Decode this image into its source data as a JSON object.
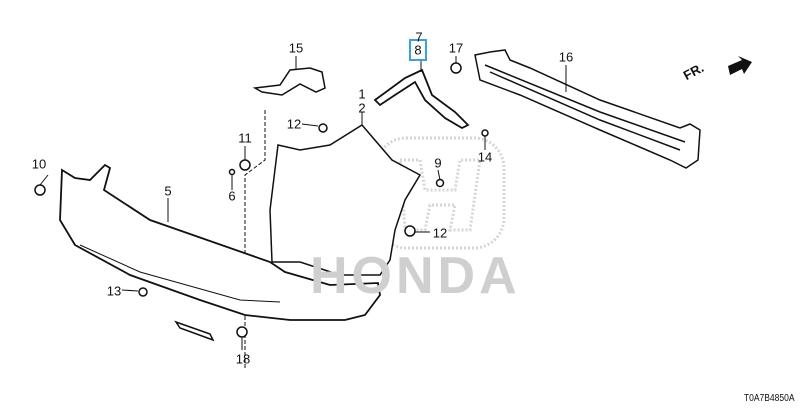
{
  "diagram": {
    "callouts": [
      {
        "id": "15",
        "label": "15"
      },
      {
        "id": "7",
        "label": "7"
      },
      {
        "id": "8",
        "label": "8"
      },
      {
        "id": "17",
        "label": "17"
      },
      {
        "id": "16",
        "label": "16"
      },
      {
        "id": "1",
        "label": "1"
      },
      {
        "id": "2",
        "label": "2"
      },
      {
        "id": "12a",
        "label": "12"
      },
      {
        "id": "11",
        "label": "11"
      },
      {
        "id": "10",
        "label": "10"
      },
      {
        "id": "14",
        "label": "14"
      },
      {
        "id": "9",
        "label": "9"
      },
      {
        "id": "5",
        "label": "5"
      },
      {
        "id": "6",
        "label": "6"
      },
      {
        "id": "12b",
        "label": "12"
      },
      {
        "id": "13",
        "label": "13"
      },
      {
        "id": "18",
        "label": "18"
      }
    ],
    "selected_part": "8",
    "direction_label": "FR.",
    "watermark": "HONDA",
    "reference_code": "T0A7B4850A",
    "highlight_color": "#3aa3dc"
  }
}
